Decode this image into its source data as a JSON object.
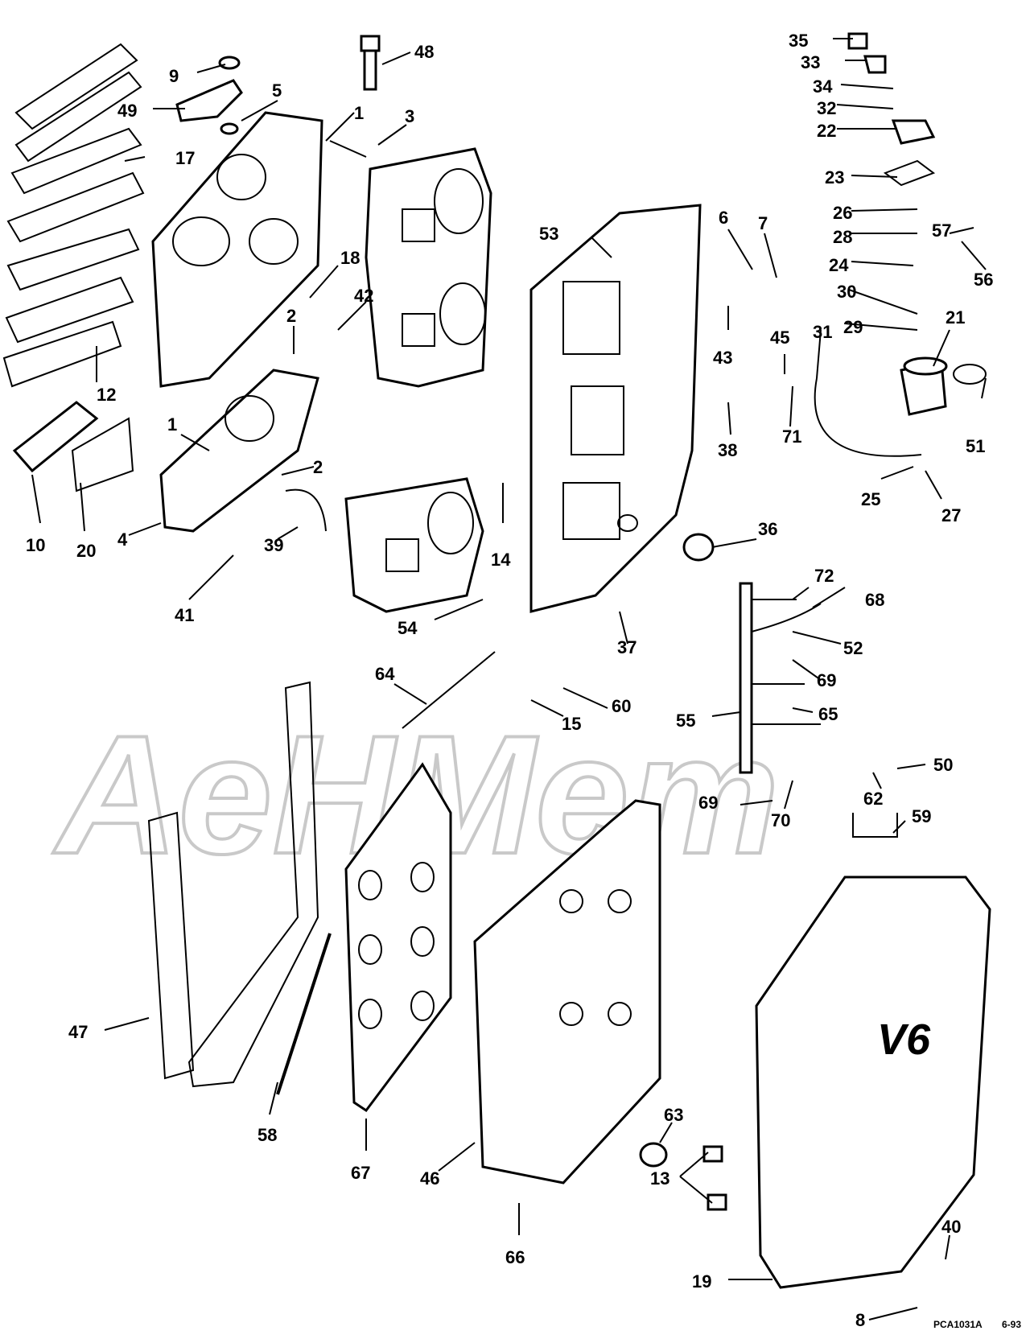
{
  "watermark": "AeHMem",
  "emblem": "V6",
  "footer": {
    "code": "PCA1031A",
    "date": "6-93"
  },
  "callouts": [
    "35",
    "33",
    "34",
    "32",
    "22",
    "23",
    "26",
    "28",
    "24",
    "30",
    "29",
    "57",
    "56",
    "21",
    "31",
    "45",
    "71",
    "51",
    "25",
    "27",
    "48",
    "9",
    "49",
    "5",
    "1",
    "3",
    "17",
    "18",
    "42",
    "2",
    "12",
    "10",
    "20",
    "4",
    "39",
    "41",
    "53",
    "6",
    "7",
    "43",
    "38",
    "14",
    "36",
    "54",
    "37",
    "64",
    "15",
    "60",
    "72",
    "68",
    "52",
    "69",
    "65",
    "55",
    "50",
    "62",
    "59",
    "70",
    "47",
    "58",
    "67",
    "46",
    "66",
    "63",
    "13",
    "40",
    "19",
    "8"
  ]
}
